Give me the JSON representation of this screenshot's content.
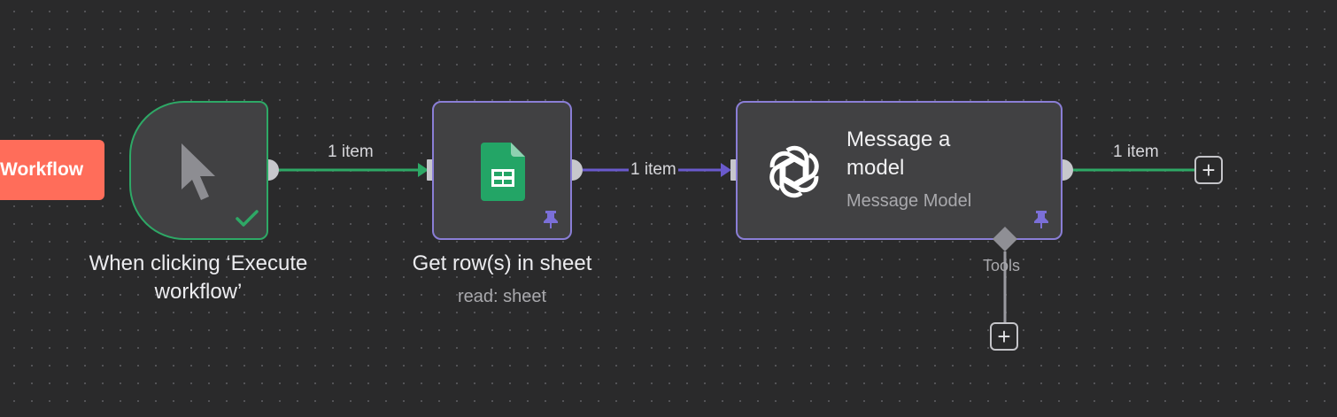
{
  "canvas": {
    "execute_button_label": "Workflow"
  },
  "nodes": {
    "trigger": {
      "label_line1": "When clicking ‘Execute",
      "label_line2": "workflow’",
      "icon": "cursor-pointer-icon",
      "status_icon": "checkmark-icon"
    },
    "sheet": {
      "label": "Get row(s) in sheet",
      "subtitle": "read: sheet",
      "icon": "google-sheets-icon",
      "pin_icon": "pin-icon"
    },
    "model": {
      "title_line1": "Message a",
      "title_line2": "model",
      "subtitle": "Message Model",
      "icon": "openai-icon",
      "pin_icon": "pin-icon",
      "tools_label": "Tools"
    }
  },
  "connections": {
    "trigger_to_sheet": "1 item",
    "sheet_to_model": "1 item",
    "model_output": "1 item"
  },
  "buttons": {
    "add_node": "+",
    "add_tool": "+"
  },
  "colors": {
    "canvas": "#2a2a2b",
    "success": "#2ea866",
    "pinned": "#8a7ed6",
    "execute": "#ff6d5a",
    "pinned_wire": "#6a5acd"
  }
}
